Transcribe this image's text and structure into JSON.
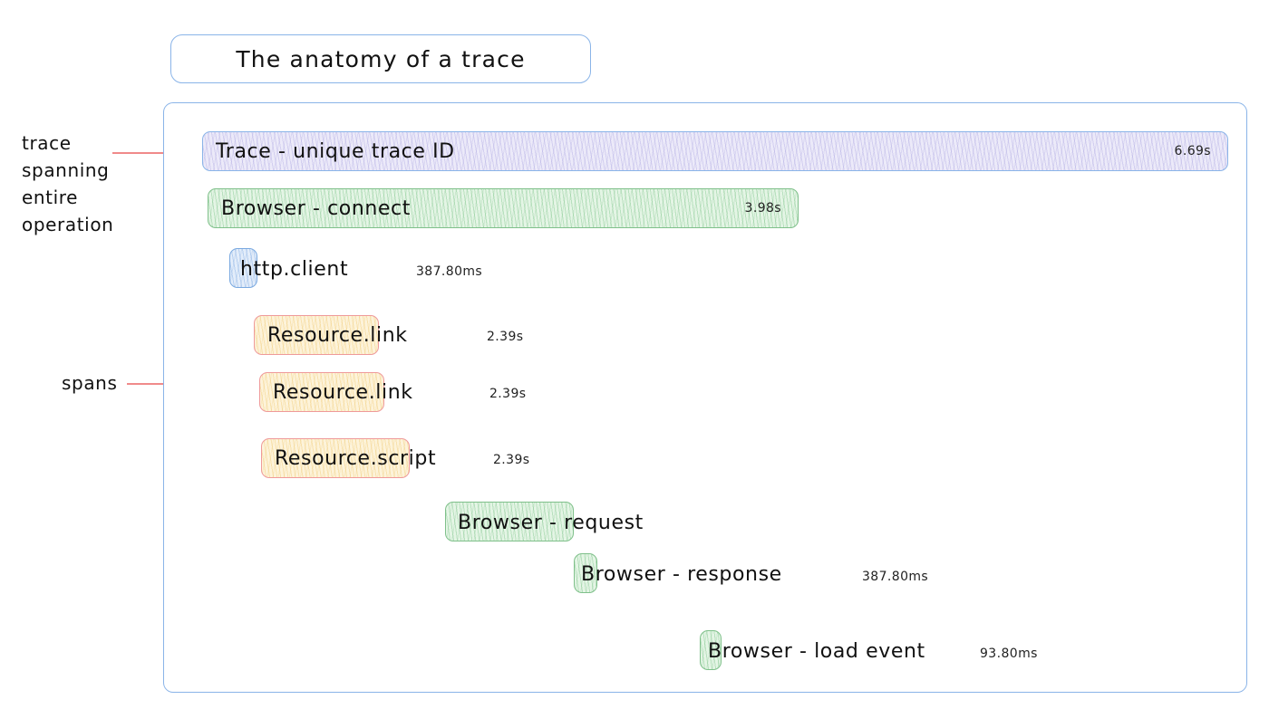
{
  "title": {
    "text": "The anatomy of a trace"
  },
  "annotations": [
    {
      "name": "trace-annotation",
      "text": "trace\nspanning\nentire\noperation"
    },
    {
      "name": "spans-annotation",
      "text": "spans"
    }
  ],
  "colors": {
    "container_border": "#8ab4e8",
    "trace_fill": "#eceaf9",
    "browser_fill": "#e4f5e5",
    "resource_fill": "#fdf3da",
    "resource_border": "#ef9a9a",
    "http_fill": "#e3edfa",
    "annotation_line": "#f4847f"
  },
  "spans": [
    {
      "id": "trace",
      "label": "Trace - unique trace ID",
      "duration": "6.69s",
      "duration_inside": true,
      "style": "purple"
    },
    {
      "id": "browser-connect",
      "label": "Browser - connect",
      "duration": "3.98s",
      "duration_inside": true,
      "style": "green"
    },
    {
      "id": "http-client",
      "label": "http.client",
      "duration": "387.80ms",
      "duration_inside": false,
      "style": "blue"
    },
    {
      "id": "resource-link-1",
      "label": "Resource.link",
      "duration": "2.39s",
      "duration_inside": false,
      "style": "yellow"
    },
    {
      "id": "resource-link-2",
      "label": "Resource.link",
      "duration": "2.39s",
      "duration_inside": false,
      "style": "yellow"
    },
    {
      "id": "resource-script",
      "label": "Resource.script",
      "duration": "2.39s",
      "duration_inside": false,
      "style": "yellow"
    },
    {
      "id": "browser-request",
      "label": "Browser - request",
      "duration": "",
      "duration_inside": false,
      "style": "green"
    },
    {
      "id": "browser-response",
      "label": "Browser - response",
      "duration": "387.80ms",
      "duration_inside": false,
      "style": "green"
    },
    {
      "id": "browser-load",
      "label": "Browser - load event",
      "duration": "93.80ms",
      "duration_inside": false,
      "style": "green"
    }
  ]
}
